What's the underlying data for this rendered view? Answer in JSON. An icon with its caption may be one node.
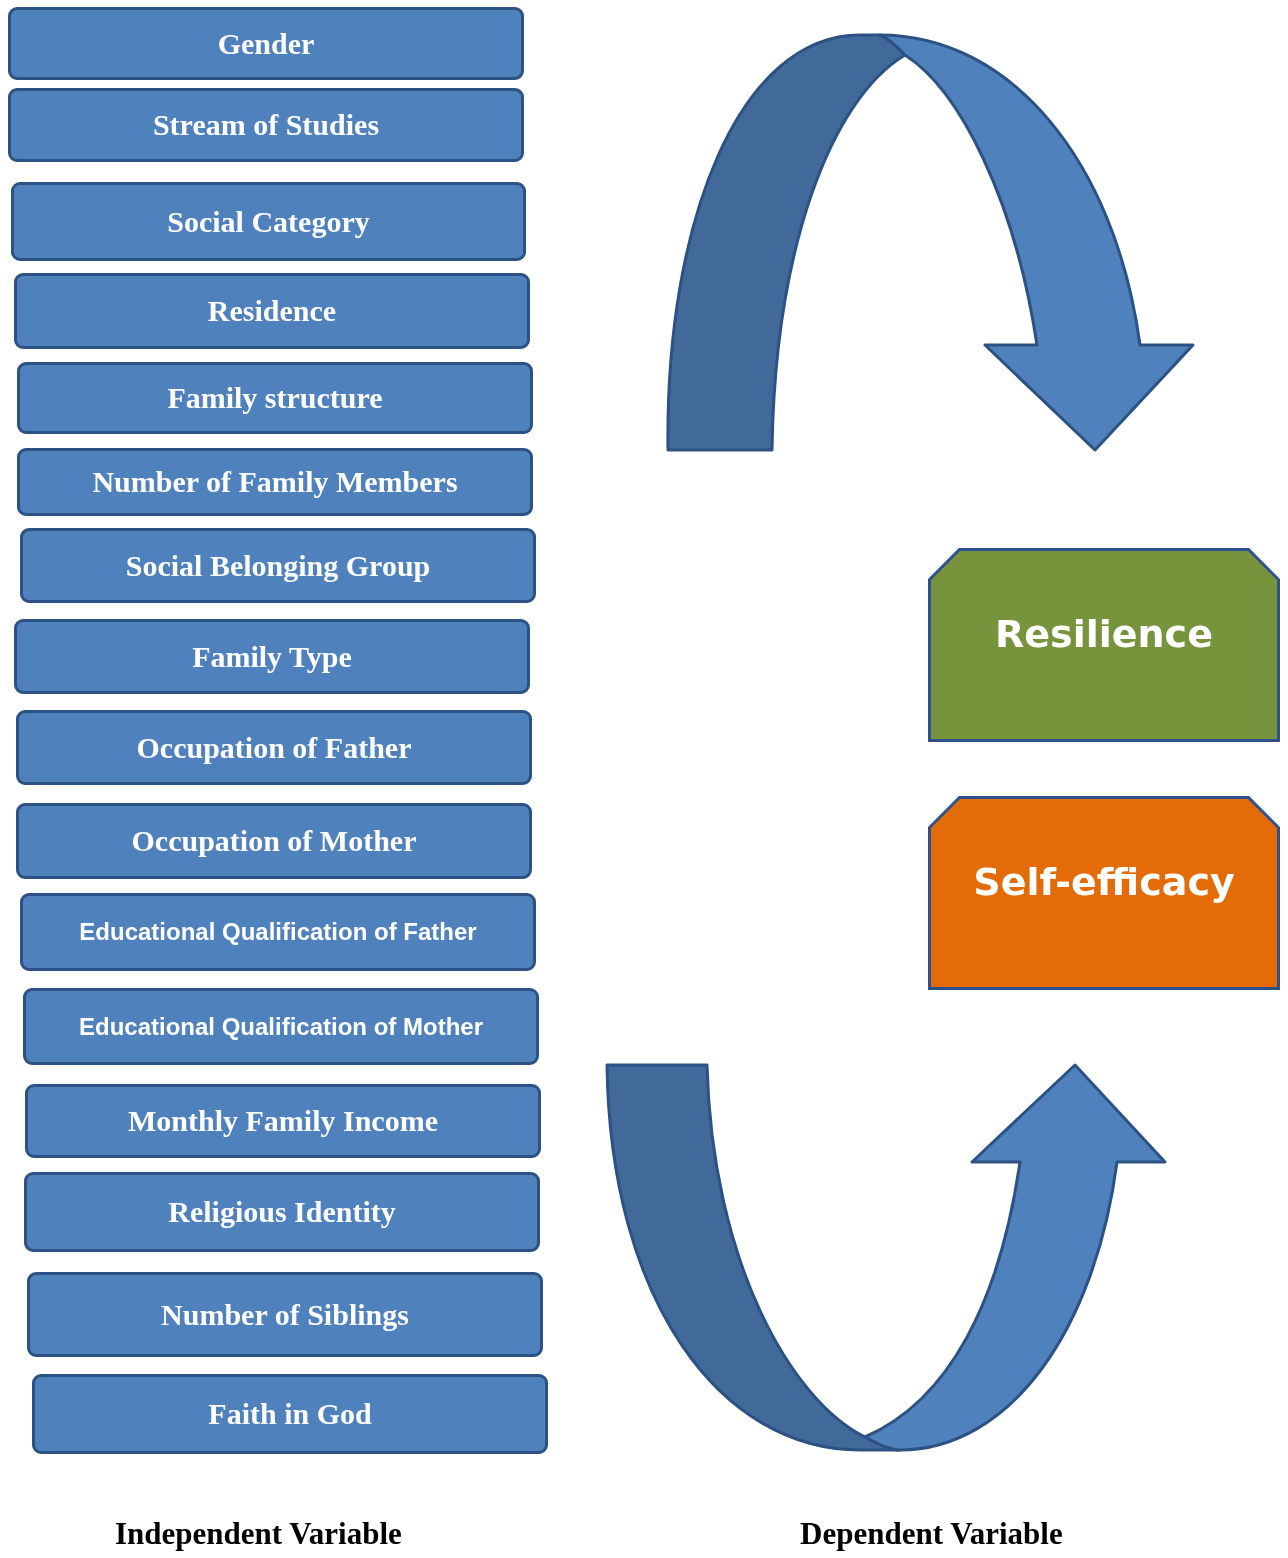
{
  "diagram": {
    "nodes": [
      {
        "text": [
          "Gender"
        ]
      },
      {
        "text": [
          "Stream of Studies"
        ]
      },
      {
        "text": [
          "Social Category"
        ]
      },
      {
        "text": [
          "Residence"
        ]
      },
      {
        "text": [
          "Family structure"
        ]
      },
      {
        "text": [
          "Number of Family Members"
        ]
      },
      {
        "text": [
          "Social Belonging Group"
        ]
      },
      {
        "text": [
          "Family Type"
        ]
      },
      {
        "text": [
          "Occupation of Father"
        ]
      },
      {
        "text": [
          "Occupation of Mother"
        ]
      },
      {
        "text": [
          "Educational Qualification of Father"
        ]
      },
      {
        "text": [
          "Educational Qualification of Mother"
        ]
      },
      {
        "text": [
          "Monthly Family Income"
        ]
      },
      {
        "text": [
          "Religious Identity"
        ]
      },
      {
        "text": [
          "Number of Siblings"
        ]
      },
      {
        "text": [
          "Faith in God"
        ]
      },
      {
        "text": [
          "Resilience"
        ]
      },
      {
        "text": [
          "Self-efficacy"
        ]
      }
    ],
    "edges": [],
    "labels": [
      "Independent Variable",
      "Dependent Variable"
    ]
  }
}
